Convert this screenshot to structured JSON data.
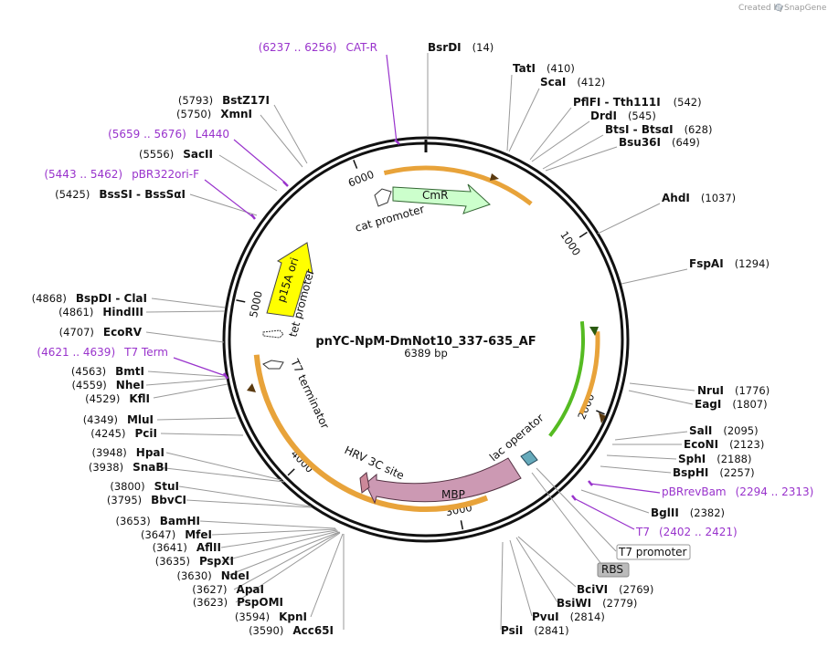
{
  "header": {
    "created_by": "Created by",
    "brand": "SnapGene"
  },
  "map": {
    "name": "pnYC-NpM-DmNot10_337-635_AF",
    "size_label": "6389 bp",
    "total_bp": 6389
  },
  "tick_labels": [
    "1000",
    "2000",
    "3000",
    "4000",
    "5000",
    "6000"
  ],
  "enzymes": [
    {
      "id": "bsrdi",
      "name": "BsrDI",
      "pos": "(14)"
    },
    {
      "id": "tati",
      "name": "TatI",
      "pos": "(410)"
    },
    {
      "id": "scai",
      "name": "ScaI",
      "pos": "(412)"
    },
    {
      "id": "pflfi",
      "name": "PflFI  - Tth111I",
      "pos": "(542)"
    },
    {
      "id": "drdi",
      "name": "DrdI",
      "pos": "(545)"
    },
    {
      "id": "btsi",
      "name": "BtsI - BtsαI",
      "pos": "(628)"
    },
    {
      "id": "bsu36i",
      "name": "Bsu36I",
      "pos": "(649)"
    },
    {
      "id": "ahdi",
      "name": "AhdI",
      "pos": "(1037)"
    },
    {
      "id": "fspai",
      "name": "FspAI",
      "pos": "(1294)"
    },
    {
      "id": "nrui",
      "name": "NruI",
      "pos": "(1776)"
    },
    {
      "id": "eagi",
      "name": "EagI",
      "pos": "(1807)"
    },
    {
      "id": "sali",
      "name": "SalI",
      "pos": "(2095)"
    },
    {
      "id": "econi",
      "name": "EcoNI",
      "pos": "(2123)"
    },
    {
      "id": "sphi",
      "name": "SphI",
      "pos": "(2188)"
    },
    {
      "id": "bsphi",
      "name": "BspHI",
      "pos": "(2257)"
    },
    {
      "id": "bglii",
      "name": "BglII",
      "pos": "(2382)"
    },
    {
      "id": "bcivi",
      "name": "BciVI",
      "pos": "(2769)"
    },
    {
      "id": "bsiwi",
      "name": "BsiWI",
      "pos": "(2779)"
    },
    {
      "id": "pvui",
      "name": "PvuI",
      "pos": "(2814)"
    },
    {
      "id": "psii",
      "name": "PsiI",
      "pos": "(2841)"
    },
    {
      "id": "bstz17i",
      "name": "BstZ17I",
      "pos": "(5793)"
    },
    {
      "id": "xmni",
      "name": "XmnI",
      "pos": "(5750)"
    },
    {
      "id": "sacii",
      "name": "SacII",
      "pos": "(5556)"
    },
    {
      "id": "bsssi",
      "name": "BssSI  - BssSαI",
      "pos": "(5425)"
    },
    {
      "id": "bspdi",
      "name": "BspDI  - ClaI",
      "pos": "(4868)"
    },
    {
      "id": "hindiii",
      "name": "HindIII",
      "pos": "(4861)"
    },
    {
      "id": "ecorv",
      "name": "EcoRV",
      "pos": "(4707)"
    },
    {
      "id": "bmti",
      "name": "BmtI",
      "pos": "(4563)"
    },
    {
      "id": "nhei",
      "name": "NheI",
      "pos": "(4559)"
    },
    {
      "id": "kfli",
      "name": "KflI",
      "pos": "(4529)"
    },
    {
      "id": "mlui",
      "name": "MluI",
      "pos": "(4349)"
    },
    {
      "id": "pcii",
      "name": "PciI",
      "pos": "(4245)"
    },
    {
      "id": "hpai",
      "name": "HpaI",
      "pos": "(3948)"
    },
    {
      "id": "snabi",
      "name": "SnaBI",
      "pos": "(3938)"
    },
    {
      "id": "stui",
      "name": "StuI",
      "pos": "(3800)"
    },
    {
      "id": "bbvci",
      "name": "BbvCI",
      "pos": "(3795)"
    },
    {
      "id": "bamhi",
      "name": "BamHI",
      "pos": "(3653)"
    },
    {
      "id": "mfei",
      "name": "MfeI",
      "pos": "(3647)"
    },
    {
      "id": "aflii",
      "name": "AflII",
      "pos": "(3641)"
    },
    {
      "id": "pspxi",
      "name": "PspXI",
      "pos": "(3635)"
    },
    {
      "id": "ndei",
      "name": "NdeI",
      "pos": "(3630)"
    },
    {
      "id": "apai",
      "name": "ApaI",
      "pos": "(3627)"
    },
    {
      "id": "pspomi",
      "name": "PspOMI",
      "pos": "(3623)"
    },
    {
      "id": "kpni",
      "name": "KpnI",
      "pos": "(3594)"
    },
    {
      "id": "acc65i",
      "name": "Acc65I",
      "pos": "(3590)"
    }
  ],
  "primers": [
    {
      "id": "catr",
      "name": "CAT-R",
      "range": "(6237 .. 6256)"
    },
    {
      "id": "l4440",
      "name": "L4440",
      "range": "(5659 .. 5676)"
    },
    {
      "id": "pbr322ori",
      "name": "pBR322ori-F",
      "range": "(5443 .. 5462)"
    },
    {
      "id": "t7term",
      "name": "T7 Term",
      "range": "(4621 .. 4639)"
    },
    {
      "id": "pbrrevbam",
      "name": "pBRrevBam",
      "range": "(2294 .. 2313)"
    },
    {
      "id": "t7",
      "name": "T7",
      "range": "(2402 .. 2421)"
    }
  ],
  "features": {
    "cmr": "CmR",
    "cat_promoter": "cat promoter",
    "p15a_ori": "p15A ori",
    "tet_promoter": "tet promoter",
    "t7_terminator": "T7 terminator",
    "lac_operator": "lac operator",
    "hrv_site": "HRV 3C site",
    "mbp": "MBP",
    "t7_promoter": "T7 promoter",
    "rbs": "RBS"
  },
  "colors": {
    "cmr_fill": "#ccffcc",
    "p15a_fill": "#ffff00",
    "mbp_fill": "#cc99b3",
    "orange": "#e8a33a",
    "green": "#55bb22",
    "primer": "#9933cc",
    "rbs_fill": "#bbbbbb"
  }
}
